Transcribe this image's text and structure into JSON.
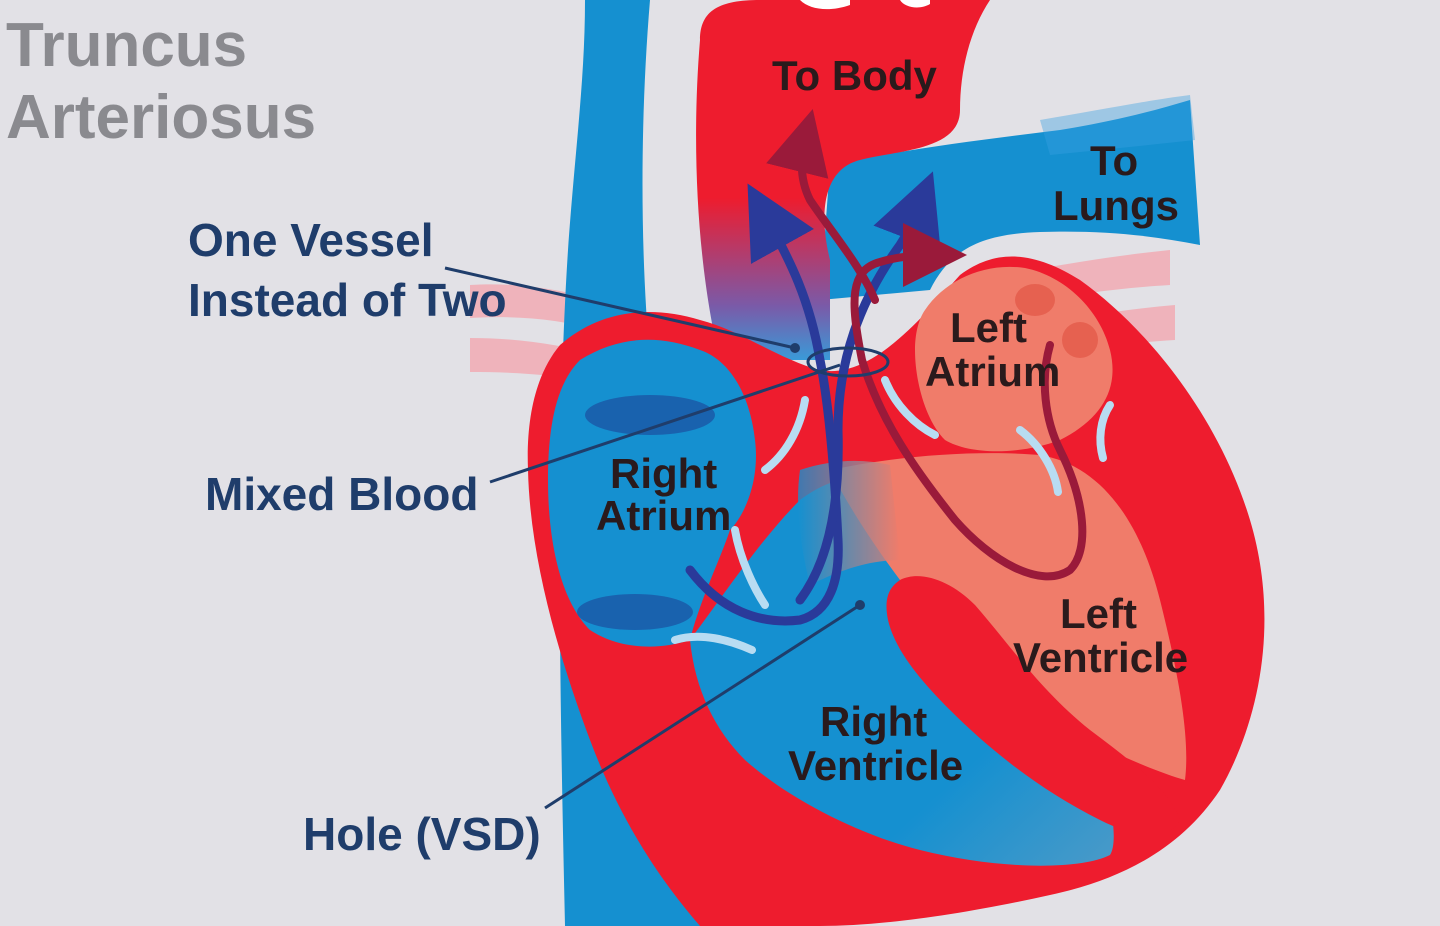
{
  "title": {
    "line1": "Truncus",
    "line2": "Arteriosus"
  },
  "callouts": {
    "one_vessel_line1": "One Vessel",
    "one_vessel_line2": "Instead of Two",
    "mixed_blood": "Mixed Blood",
    "hole_vsd": "Hole (VSD)"
  },
  "labels": {
    "to_body": "To Body",
    "to_lungs_line1": "To",
    "to_lungs_line2": "Lungs",
    "left_atrium_line1": "Left",
    "left_atrium_line2": "Atrium",
    "right_atrium_line1": "Right",
    "right_atrium_line2": "Atrium",
    "left_ventricle_line1": "Left",
    "left_ventricle_line2": "Ventricle",
    "right_ventricle_line1": "Right",
    "right_ventricle_line2": "Ventricle"
  },
  "colors": {
    "background": "#e2e1e6",
    "oxygen_poor_blood": "#1590d0",
    "oxygen_rich_blood": "#ee1c2e",
    "mixed_flow_arrow": "#2a3a9a",
    "oxygenated_flow_arrow": "#9a1a3a",
    "callout_text": "#1f3d6b"
  }
}
